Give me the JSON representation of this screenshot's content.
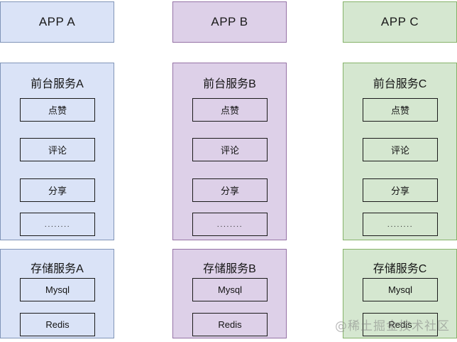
{
  "diagram": {
    "watermark": "@稀土掘金技术社区",
    "columns": [
      {
        "key": "a",
        "app_label": "APP A",
        "accent": "#8195b8",
        "fill": "#dae3f7",
        "service": {
          "title": "前台服务A",
          "items": [
            "点赞",
            "评论",
            "分享",
            "........"
          ]
        },
        "storage": {
          "title": "存储服务A",
          "items": [
            "Mysql",
            "Redis"
          ]
        }
      },
      {
        "key": "b",
        "app_label": "APP B",
        "accent": "#9673a6",
        "fill": "#ddd0e8",
        "service": {
          "title": "前台服务B",
          "items": [
            "点赞",
            "评论",
            "分享",
            "........"
          ]
        },
        "storage": {
          "title": "存储服务B",
          "items": [
            "Mysql",
            "Redis"
          ]
        }
      },
      {
        "key": "c",
        "app_label": "APP C",
        "accent": "#86b36a",
        "fill": "#d5e7d0",
        "service": {
          "title": "前台服务C",
          "items": [
            "点赞",
            "评论",
            "分享",
            "........"
          ]
        },
        "storage": {
          "title": "存储服务C",
          "items": [
            "Mysql",
            "Redis"
          ]
        }
      }
    ]
  }
}
